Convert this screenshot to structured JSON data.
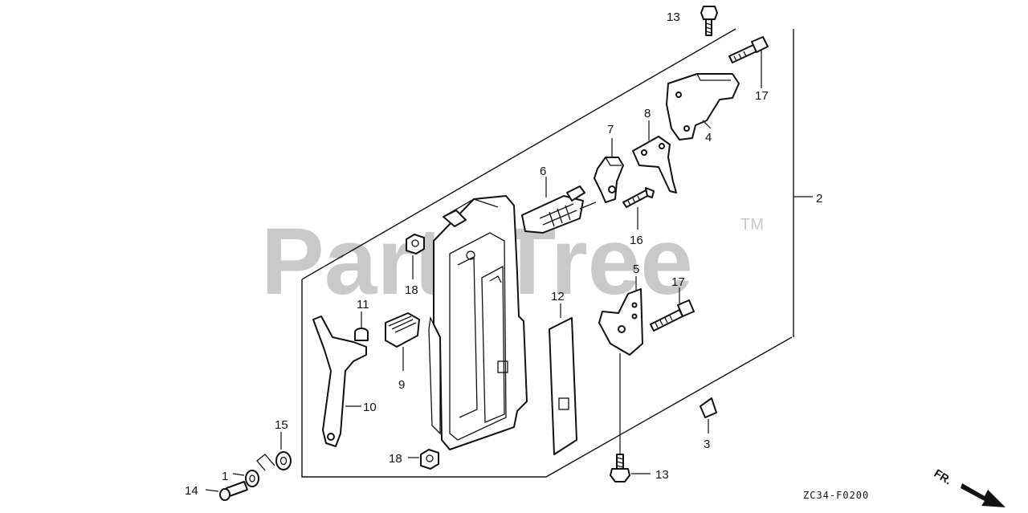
{
  "diagram": {
    "drawing_code": "ZC34-F0200",
    "watermark": "PartsTree",
    "trademark": "TM",
    "direction_label": "FR.",
    "callouts": {
      "c1": "1",
      "c2": "2",
      "c3": "3",
      "c4": "4",
      "c5": "5",
      "c6": "6",
      "c7": "7",
      "c8": "8",
      "c9": "9",
      "c10": "10",
      "c11": "11",
      "c12": "12",
      "c13a": "13",
      "c13b": "13",
      "c14": "14",
      "c15": "15",
      "c16": "16",
      "c17a": "17",
      "c17b": "17",
      "c18a": "18",
      "c18b": "18"
    }
  }
}
